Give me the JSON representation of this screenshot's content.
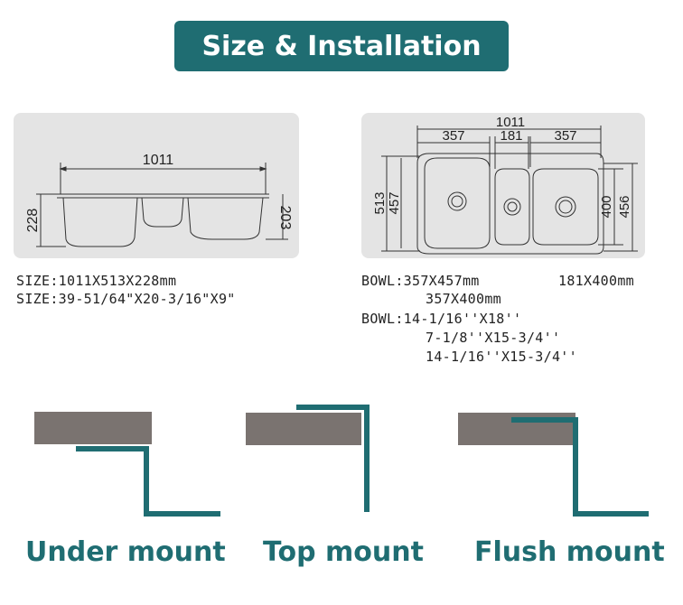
{
  "header": {
    "title": "Size & Installation"
  },
  "side_view": {
    "width_label": "1011",
    "left_height_label": "228",
    "right_height_label": "203",
    "spec_line1": "SIZE:1011X513X228mm",
    "spec_line2": "SIZE:39-51/64\"X20-3/16\"X9\""
  },
  "top_view": {
    "overall_width_label": "1011",
    "bowl_left_label": "357",
    "bowl_mid_label": "181",
    "bowl_right_label": "357",
    "outer_height_label": "513",
    "inner_height_label": "457",
    "right_inner_height_label": "400",
    "right_outer_height_label": "456",
    "bowl_mm_line1": "BOWL:357X457mm",
    "bowl_mm_mid": "181X400mm",
    "bowl_mm_line2": "357X400mm",
    "bowl_in_line1": "BOWL:14-1/16''X18''",
    "bowl_in_line2": "7-1/8''X15-3/4''",
    "bowl_in_line3": "14-1/16''X15-3/4''"
  },
  "mounts": [
    {
      "label": "Under mount"
    },
    {
      "label": "Top mount"
    },
    {
      "label": "Flush mount"
    }
  ],
  "colors": {
    "accent": "#1f6d72",
    "counter": "#7a7370",
    "panel": "#e4e4e4"
  }
}
